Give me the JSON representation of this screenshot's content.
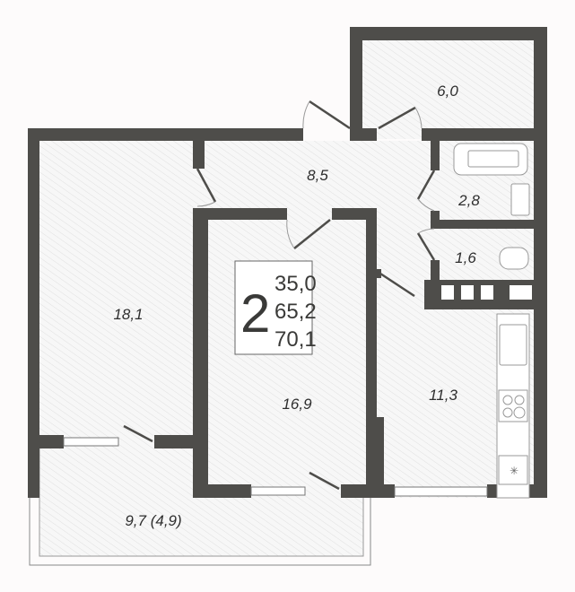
{
  "plan": {
    "rooms": [
      {
        "id": "storage",
        "area": "6,0"
      },
      {
        "id": "hallway",
        "area": "8,5"
      },
      {
        "id": "bathroom",
        "area": "2,8"
      },
      {
        "id": "toilet",
        "area": "1,6"
      },
      {
        "id": "bedroom-left",
        "area": "18,1"
      },
      {
        "id": "bedroom-center",
        "area": "16,9"
      },
      {
        "id": "kitchen",
        "area": "11,3"
      },
      {
        "id": "balcony",
        "area": "9,7 (4,9)"
      }
    ],
    "summary": {
      "room_count": "2",
      "living_area": "35,0",
      "total_area": "65,2",
      "total_with_balcony": "70,1"
    },
    "colors": {
      "wall": "#4e4d4a",
      "background": "#fdfbfb",
      "hatch": "#dcdcdc"
    }
  }
}
